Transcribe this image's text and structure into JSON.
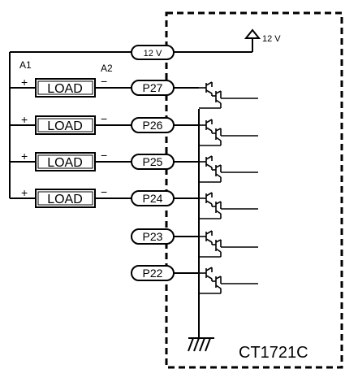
{
  "module": {
    "name": "CT1721C"
  },
  "supply": {
    "label": "12 V",
    "pin_label": "12 V"
  },
  "terminals": {
    "a1": "A1",
    "a2": "A2",
    "plus": "+",
    "minus": "−"
  },
  "loads": [
    {
      "label": "LOAD",
      "pin": "P27"
    },
    {
      "label": "LOAD",
      "pin": "P26"
    },
    {
      "label": "LOAD",
      "pin": "P25"
    },
    {
      "label": "LOAD",
      "pin": "P24"
    }
  ],
  "unused_pins": [
    "P23",
    "P22"
  ]
}
